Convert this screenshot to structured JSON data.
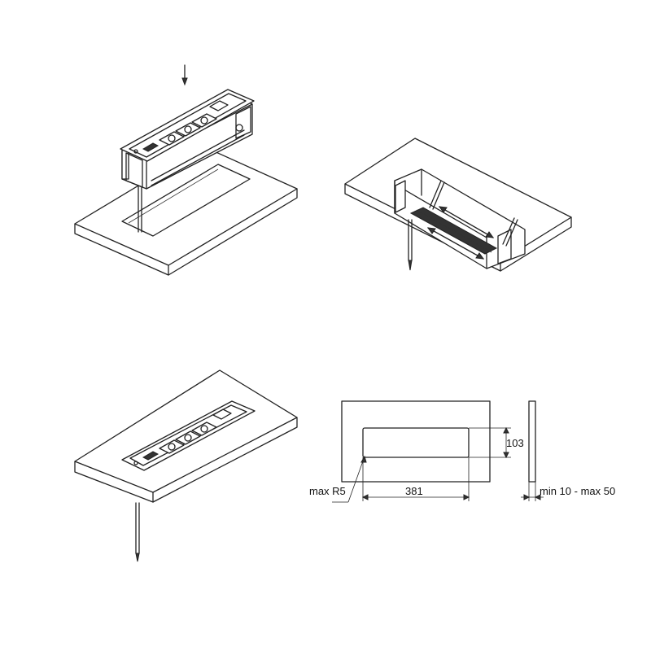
{
  "dimensions": {
    "height_label": "103",
    "width_label": "381",
    "radius_label": "max R5",
    "thickness_label": "min 10 - max 50"
  }
}
